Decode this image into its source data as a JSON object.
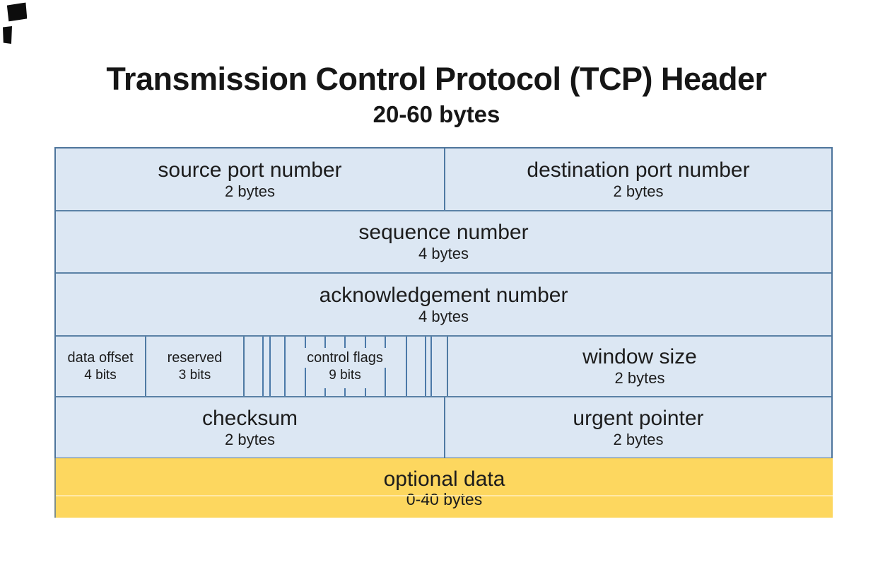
{
  "title": "Transmission Control Protocol (TCP) Header",
  "subtitle": "20-60 bytes",
  "fields": {
    "source_port": {
      "name": "source port number",
      "size": "2 bytes"
    },
    "destination_port": {
      "name": "destination port number",
      "size": "2 bytes"
    },
    "sequence_number": {
      "name": "sequence number",
      "size": "4 bytes"
    },
    "acknowledgement_number": {
      "name": "acknowledgement number",
      "size": "4 bytes"
    },
    "data_offset": {
      "name": "data offset",
      "size": "4 bits"
    },
    "reserved": {
      "name": "reserved",
      "size": "3 bits"
    },
    "control_flags": {
      "name": "control flags",
      "size": "9 bits"
    },
    "window_size": {
      "name": "window size",
      "size": "2 bytes"
    },
    "checksum": {
      "name": "checksum",
      "size": "2 bytes"
    },
    "urgent_pointer": {
      "name": "urgent pointer",
      "size": "2 bytes"
    },
    "optional_data": {
      "name": "optional data",
      "size": "0-40 bytes"
    }
  },
  "colors": {
    "cell_fill": "#dce7f3",
    "table_border": "#4e759c",
    "inner_line": "#4f7aa3",
    "flag_bit_line": "#4b79a8",
    "optional_fill": "#fdd75f",
    "text": "#1c1c1c"
  }
}
